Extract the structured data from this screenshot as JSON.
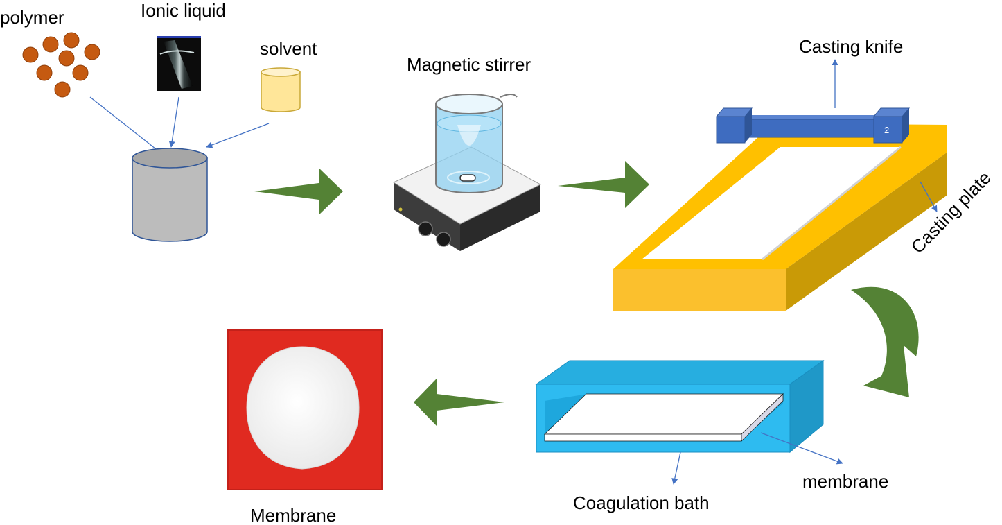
{
  "labels": {
    "polymer": "polymer",
    "ionic_liquid": "Ionic liquid",
    "solvent": "solvent",
    "magnetic_stirrer": "Magnetic stirrer",
    "casting_knife": "Casting knife",
    "casting_plate": "Casting plate",
    "knife_number": "2",
    "coagulation_bath": "Coagulation bath",
    "membrane_in_bath": "membrane",
    "membrane_final": "Membrane"
  },
  "colors": {
    "flow_arrow": "#548235",
    "pointer_arrow": "#4472c4",
    "polymer_bead": "#c55a11",
    "vessel": "#bfbfbf",
    "solvent_cup": "#ffe699",
    "casting_plate": "#ffc000",
    "casting_knife": "#4472c4",
    "coagulation_bath": "#2ebbf0",
    "membrane_photo_bg": "#e02a20"
  },
  "icons": {
    "ionic_liquid_photo": "test-tube-photo-icon",
    "stirrer": "magnetic-stirrer-icon",
    "membrane_photo": "membrane-disc-photo-icon"
  }
}
